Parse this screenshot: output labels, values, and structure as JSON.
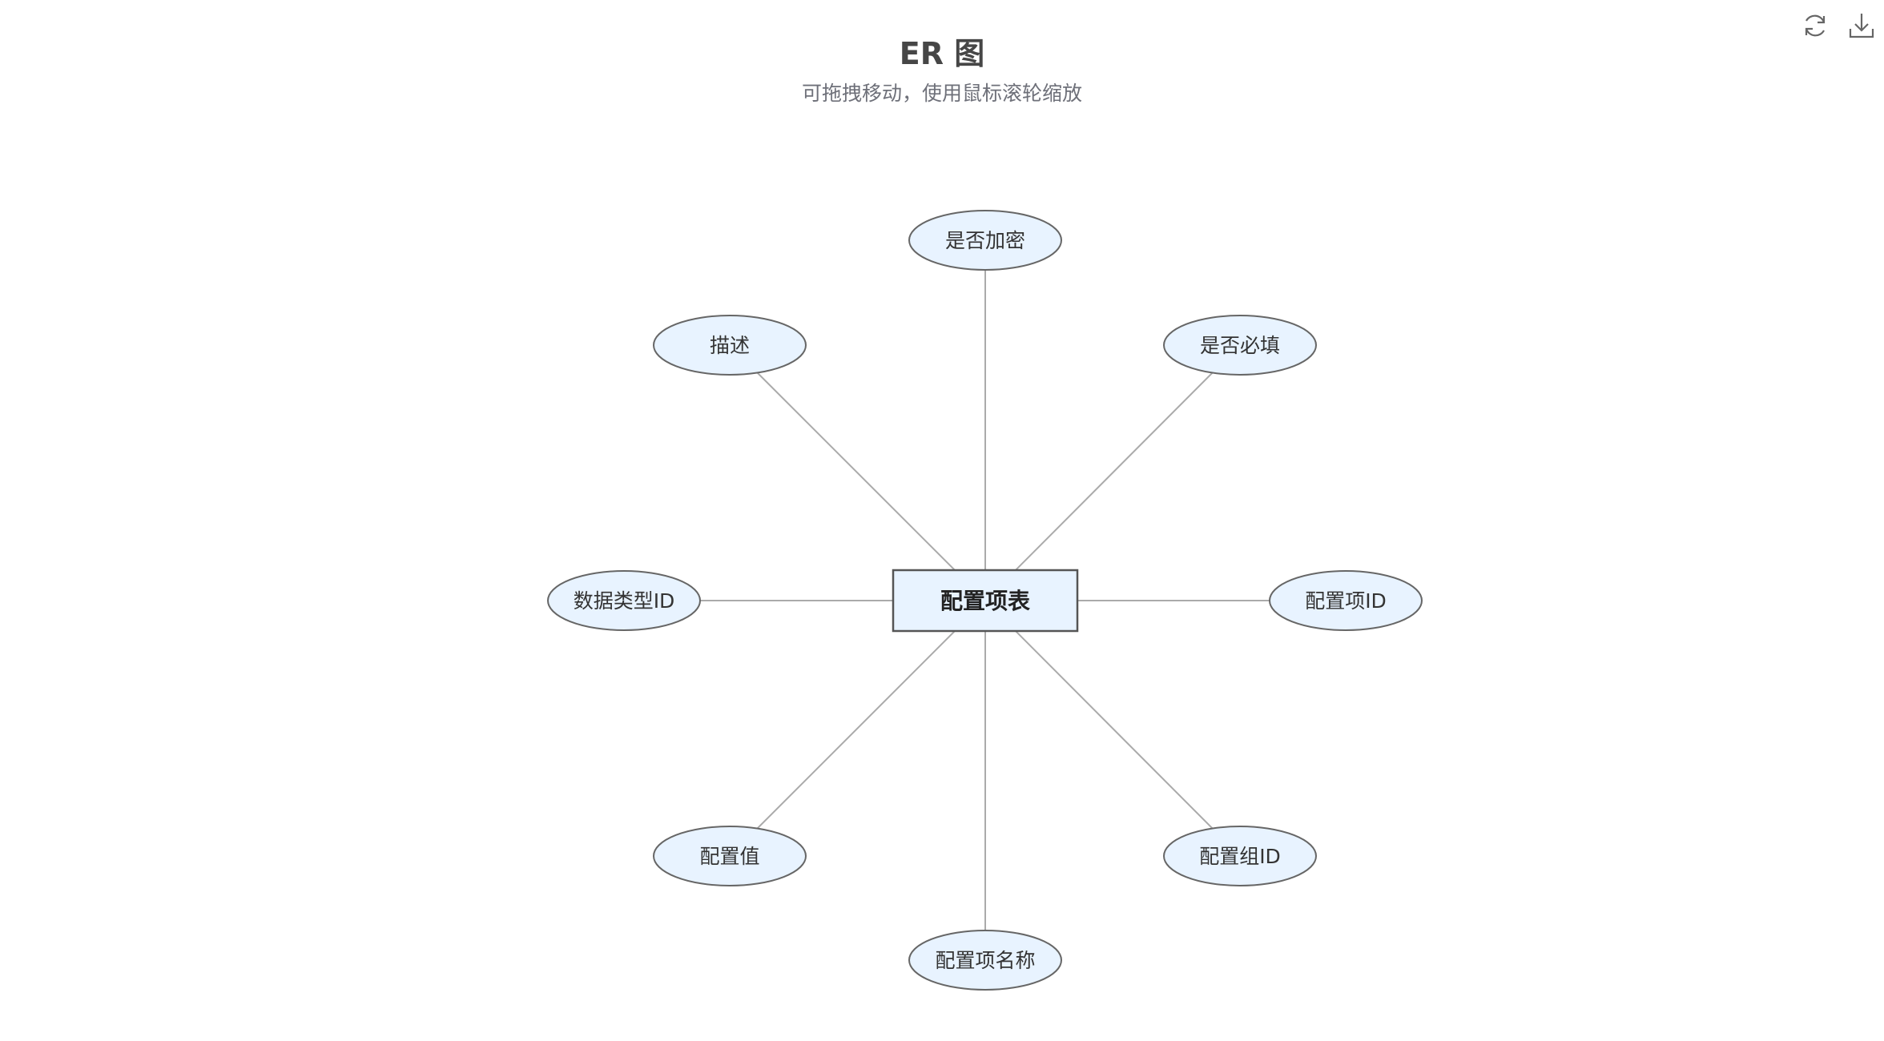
{
  "header": {
    "title": "ER 图",
    "subtitle": "可拖拽移动，使用鼠标滚轮缩放"
  },
  "toolbox": {
    "restore_icon": "refresh-icon",
    "save_icon": "download-icon"
  },
  "colors": {
    "node_fill": "#e8f3ff",
    "node_stroke": "#666666",
    "edge": "#aaaaaa",
    "title": "#464646",
    "subtitle": "#6e7079"
  },
  "diagram": {
    "entity": {
      "name": "配置项表"
    },
    "attributes": [
      {
        "name": "是否加密"
      },
      {
        "name": "是否必填"
      },
      {
        "name": "配置项ID"
      },
      {
        "name": "配置组ID"
      },
      {
        "name": "配置项名称"
      },
      {
        "name": "配置值"
      },
      {
        "name": "数据类型ID"
      },
      {
        "name": "描述"
      }
    ]
  }
}
